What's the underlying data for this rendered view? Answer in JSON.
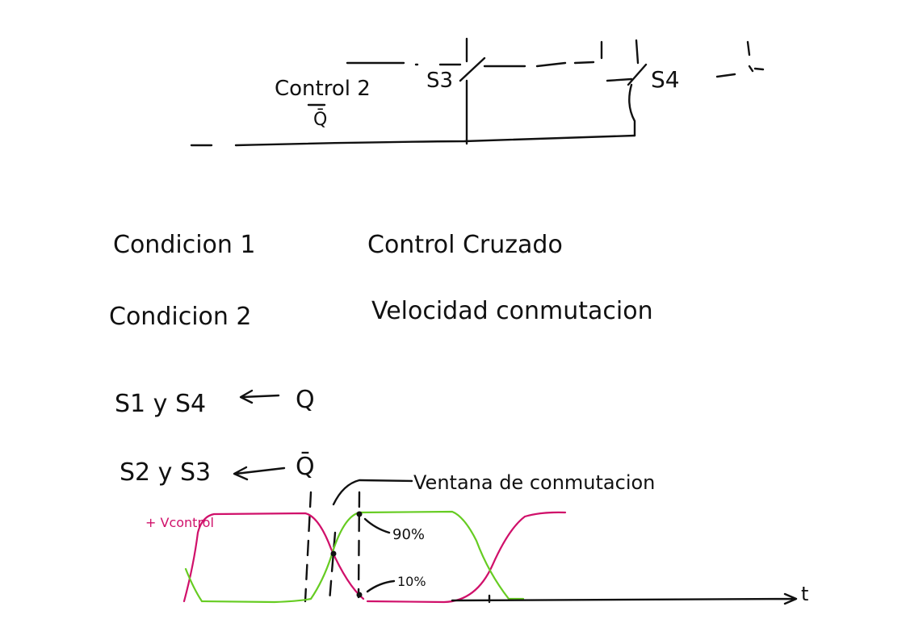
{
  "circuit": {
    "control_label": "Control 2",
    "control_signal": "Q̄",
    "switch_a": "S3",
    "switch_b": "S4"
  },
  "conditions": [
    {
      "label": "Condicion 1",
      "value": "Control Cruzado"
    },
    {
      "label": "Condicion 2",
      "value": "Velocidad conmutacion"
    }
  ],
  "assignments": [
    {
      "switches": "S1 y S4",
      "signal": "Q"
    },
    {
      "switches": "S2 y S3",
      "signal": "Q̄"
    }
  ],
  "waveform": {
    "window_label": "Ventana de conmutacion",
    "control_label": "+ Vcontrol",
    "level_high": "90%",
    "level_low": "10%",
    "axis_label": "t",
    "colors": {
      "signal_q": "#d0106a",
      "signal_qbar": "#66cc22"
    }
  }
}
